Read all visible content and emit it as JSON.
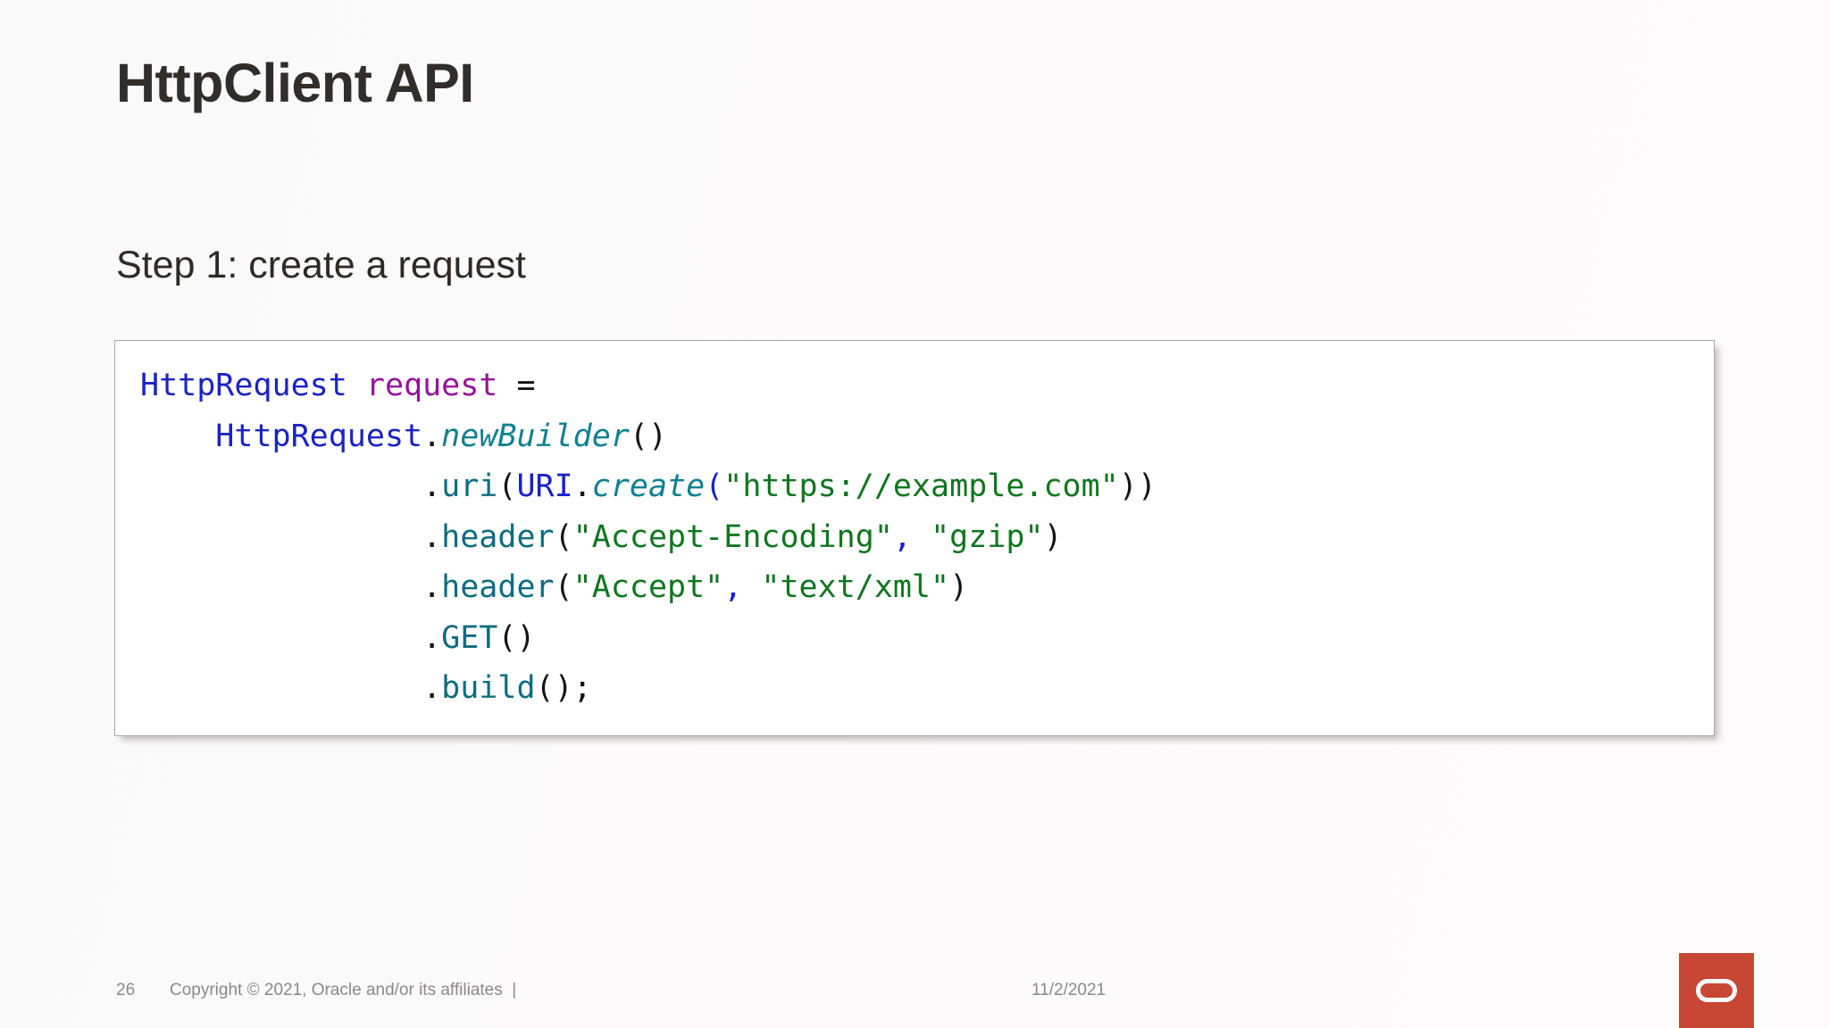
{
  "slide": {
    "title": "HttpClient API",
    "step_text": "Step 1: create a request",
    "background_color": "#fbf9f9",
    "title_color": "#312d2b"
  },
  "code_block": {
    "language": "java",
    "background_color": "#ffffff",
    "border_color": "#a9a7a6",
    "plain_text": "HttpRequest request =\n    HttpRequest.newBuilder()\n               .uri(URI.create(\"https://example.com\"))\n               .header(\"Accept-Encoding\", \"gzip\")\n               .header(\"Accept\", \"text/xml\")\n               .GET()\n               .build();",
    "lines": [
      {
        "indent": "",
        "tokens": [
          {
            "t": "HttpRequest",
            "k": "type"
          },
          {
            "t": " ",
            "k": "punct"
          },
          {
            "t": "request",
            "k": "var"
          },
          {
            "t": " ",
            "k": "punct"
          },
          {
            "t": "=",
            "k": "punct"
          }
        ]
      },
      {
        "indent": "    ",
        "tokens": [
          {
            "t": "HttpRequest",
            "k": "type"
          },
          {
            "t": ".",
            "k": "punct"
          },
          {
            "t": "newBuilder",
            "k": "static"
          },
          {
            "t": "()",
            "k": "punct"
          }
        ]
      },
      {
        "indent": "               ",
        "tokens": [
          {
            "t": ".",
            "k": "punct"
          },
          {
            "t": "uri",
            "k": "method"
          },
          {
            "t": "(",
            "k": "punct"
          },
          {
            "t": "URI",
            "k": "type"
          },
          {
            "t": ".",
            "k": "punct"
          },
          {
            "t": "create",
            "k": "static"
          },
          {
            "t": "(",
            "k": "type"
          },
          {
            "t": "\"https://example.com\"",
            "k": "string"
          },
          {
            "t": "))",
            "k": "punct"
          }
        ]
      },
      {
        "indent": "               ",
        "tokens": [
          {
            "t": ".",
            "k": "punct"
          },
          {
            "t": "header",
            "k": "method"
          },
          {
            "t": "(",
            "k": "punct"
          },
          {
            "t": "\"Accept-Encoding\"",
            "k": "string"
          },
          {
            "t": ",",
            "k": "comma"
          },
          {
            "t": " ",
            "k": "punct"
          },
          {
            "t": "\"gzip\"",
            "k": "string"
          },
          {
            "t": ")",
            "k": "punct"
          }
        ]
      },
      {
        "indent": "               ",
        "tokens": [
          {
            "t": ".",
            "k": "punct"
          },
          {
            "t": "header",
            "k": "method"
          },
          {
            "t": "(",
            "k": "punct"
          },
          {
            "t": "\"Accept\"",
            "k": "string"
          },
          {
            "t": ",",
            "k": "comma"
          },
          {
            "t": " ",
            "k": "punct"
          },
          {
            "t": "\"text/xml\"",
            "k": "string"
          },
          {
            "t": ")",
            "k": "punct"
          }
        ]
      },
      {
        "indent": "               ",
        "tokens": [
          {
            "t": ".",
            "k": "punct"
          },
          {
            "t": "GET",
            "k": "method"
          },
          {
            "t": "()",
            "k": "punct"
          }
        ]
      },
      {
        "indent": "               ",
        "tokens": [
          {
            "t": ".",
            "k": "punct"
          },
          {
            "t": "build",
            "k": "method"
          },
          {
            "t": "();",
            "k": "punct"
          }
        ]
      }
    ],
    "colors": {
      "type": "#1a23c4",
      "variable": "#97119b",
      "method": "#0d6c80",
      "static_method": "#11808f",
      "string": "#10761f",
      "punctuation": "#141417",
      "comma": "#1a23c4"
    }
  },
  "footer": {
    "page_number": "26",
    "copyright": "Copyright © 2021, Oracle and/or its affiliates  |",
    "date": "11/2/2021",
    "text_color": "#8b8888"
  },
  "logo": {
    "name": "oracle-logo",
    "background_color": "#c74634",
    "mark_color": "#ffffff"
  }
}
